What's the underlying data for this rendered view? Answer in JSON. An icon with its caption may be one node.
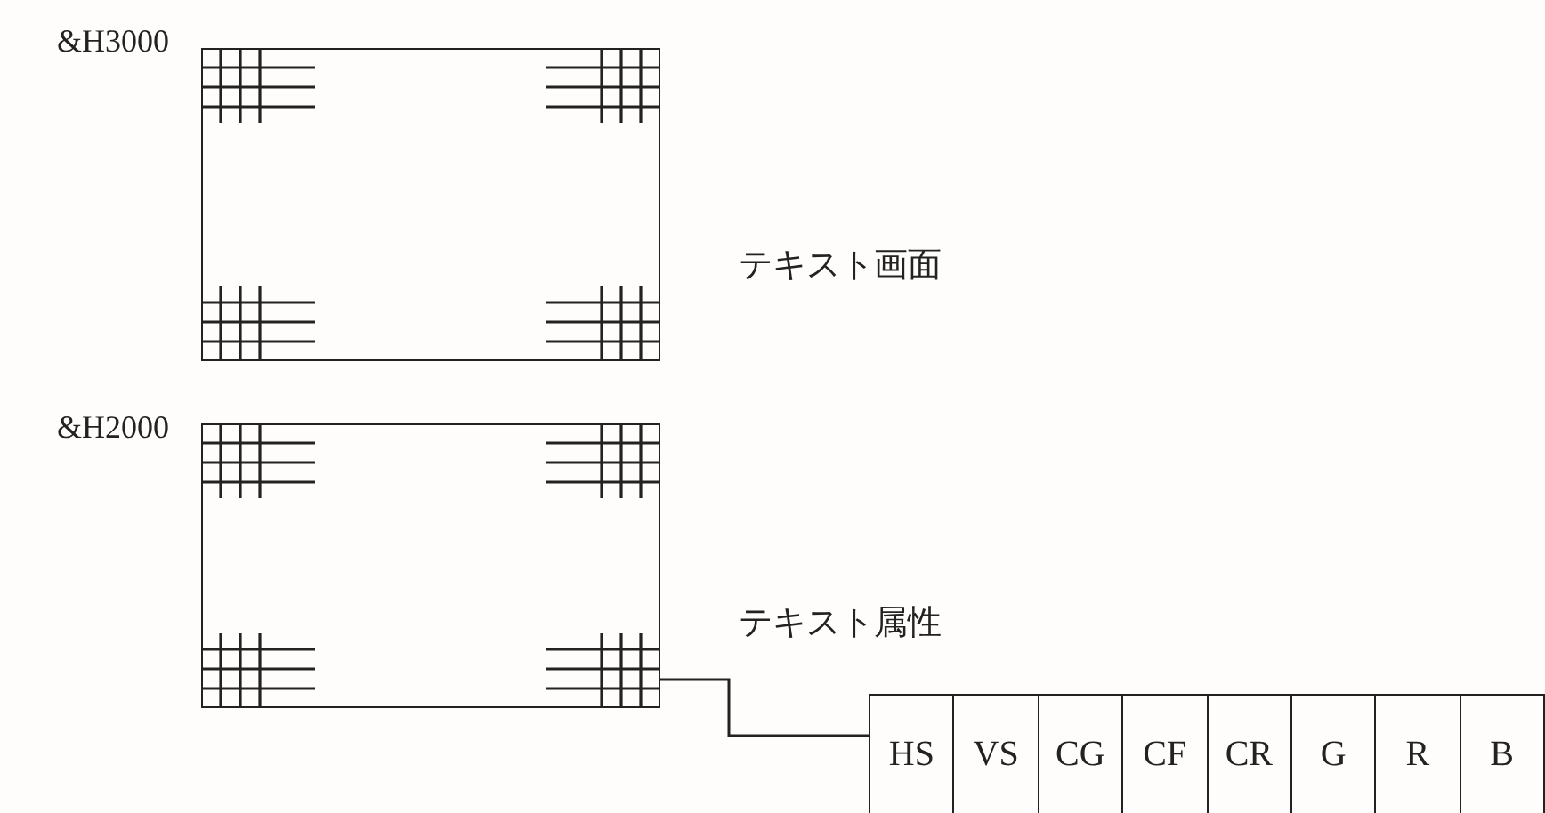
{
  "diagram": {
    "nodes": [
      {
        "text": [],
        "shape": "box",
        "beside": [
          "&H3000",
          "テキスト画面"
        ]
      },
      {
        "text": [],
        "shape": "box",
        "beside": [
          "&H2000",
          "テキスト属性"
        ]
      },
      {
        "text": [],
        "shape": "box"
      },
      {
        "text": [
          "HS"
        ],
        "in": 2
      },
      {
        "text": [
          "VS"
        ],
        "in": 2
      },
      {
        "text": [
          "CG"
        ],
        "in": 2
      },
      {
        "text": [
          "CF"
        ],
        "in": 2
      },
      {
        "text": [
          "CR"
        ],
        "in": 2
      },
      {
        "text": [
          "G"
        ],
        "in": 2
      },
      {
        "text": [
          "R"
        ],
        "in": 2
      },
      {
        "text": [
          "B"
        ],
        "in": 2
      }
    ],
    "edges": [
      {
        "from": 1,
        "to": 2,
        "arrow": "none"
      }
    ]
  }
}
